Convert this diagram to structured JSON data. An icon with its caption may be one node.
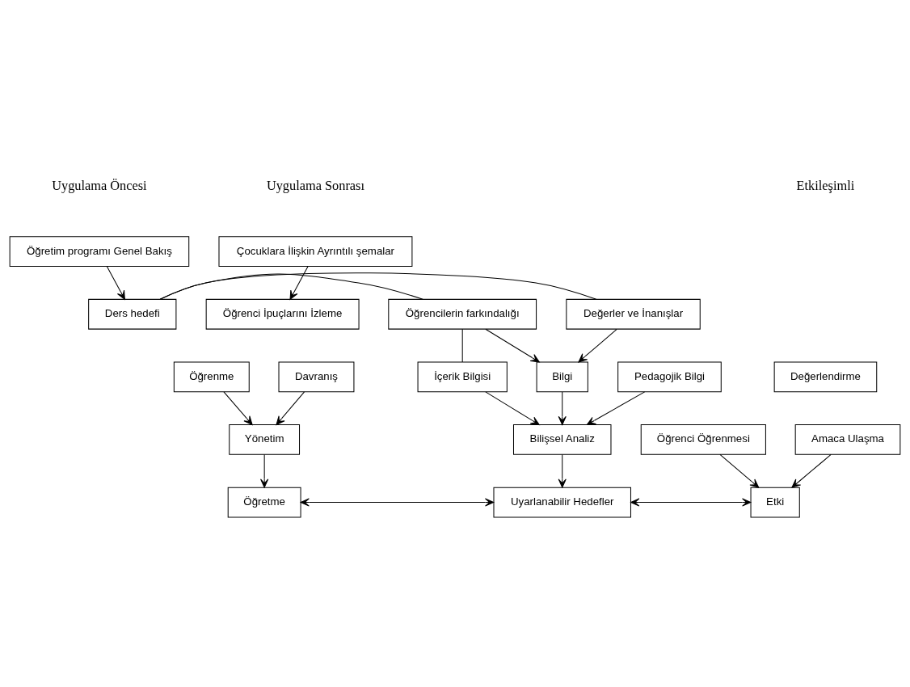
{
  "diagram": {
    "nodes": [
      {
        "text": [
          "Öğretim programı Genel Bakış"
        ]
      },
      {
        "text": [
          "Ders hedefi"
        ]
      },
      {
        "text": [
          "Öğrencilerin farkındalığı"
        ]
      },
      {
        "text": [
          "Değerler ve İnanışlar"
        ]
      },
      {
        "text": [
          "İçerik Bilgisi"
        ]
      },
      {
        "text": [
          "Bilgi"
        ]
      },
      {
        "text": [
          "Pedagojik Bilgi"
        ]
      },
      {
        "text": [
          "Bilişsel Analiz"
        ]
      },
      {
        "text": [
          "Uyarlanabilir Hedefler"
        ]
      },
      {
        "text": [
          "Çocuklara İlişkin Ayrıntılı şemalar"
        ]
      },
      {
        "text": [
          "Öğrenci İpuçlarını İzleme"
        ]
      },
      {
        "text": [
          "Davranış"
        ]
      },
      {
        "text": [
          "Öğrenme"
        ]
      },
      {
        "text": [
          "Yönetim"
        ]
      },
      {
        "text": [
          "Öğretme"
        ]
      },
      {
        "text": [
          "Değerlendirme"
        ]
      },
      {
        "text": [
          "Öğrenci Öğrenmesi"
        ]
      },
      {
        "text": [
          "Amaca Ulaşma"
        ]
      },
      {
        "text": [
          "Etki"
        ]
      }
    ],
    "edges": [
      {
        "from": 0,
        "to": 1,
        "arrow": "to"
      },
      {
        "from": 2,
        "to": 1,
        "arrow": "none"
      },
      {
        "from": 1,
        "to": 3,
        "arrow": "none"
      },
      {
        "from": 2,
        "to": 4,
        "arrow": "none"
      },
      {
        "from": 2,
        "to": 5,
        "arrow": "to"
      },
      {
        "from": 3,
        "to": 5,
        "arrow": "to"
      },
      {
        "from": 4,
        "to": 7,
        "arrow": "to"
      },
      {
        "from": 5,
        "to": 7,
        "arrow": "to"
      },
      {
        "from": 6,
        "to": 7,
        "arrow": "to"
      },
      {
        "from": 7,
        "to": 8,
        "arrow": "to"
      },
      {
        "from": 8,
        "to": 14,
        "arrow": "both"
      },
      {
        "from": 9,
        "to": 10,
        "arrow": "to"
      },
      {
        "from": 11,
        "to": 13,
        "arrow": "to"
      },
      {
        "from": 12,
        "to": 13,
        "arrow": "to"
      },
      {
        "from": 13,
        "to": 14,
        "arrow": "to"
      },
      {
        "from": 16,
        "to": 18,
        "arrow": "to"
      },
      {
        "from": 17,
        "to": 18,
        "arrow": "to"
      },
      {
        "from": 18,
        "to": 8,
        "arrow": "both"
      }
    ],
    "labels": [
      "Uygulama Öncesi",
      "Uygulama Sonrası",
      "Etkileşimli"
    ]
  }
}
